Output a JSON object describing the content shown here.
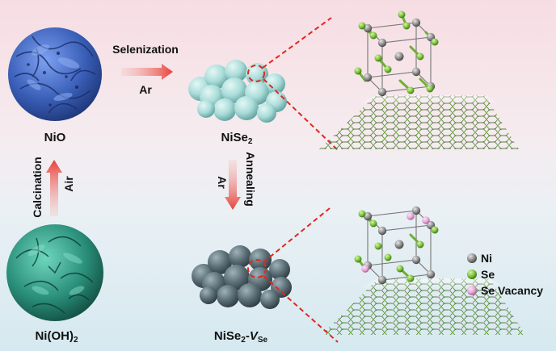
{
  "labels": {
    "nio": "NiO",
    "nise2_main": "NiSe",
    "nise2_sub": "2",
    "niohh_main": "Ni(OH)",
    "niohh_sub": "2",
    "vac_main": "NiSe",
    "vac_sub": "2",
    "vac_dash": "-",
    "vac_v": "V",
    "vac_vsub": "Se"
  },
  "arrows": {
    "selenization": "Selenization",
    "selenization_gas": "Ar",
    "calcination": "Calcination",
    "calcination_gas": "Air",
    "annealing": "Annealing",
    "annealing_gas": "Ar"
  },
  "legend": {
    "ni": "Ni",
    "se": "Se",
    "vacancy": "Se Vacancy"
  },
  "colors": {
    "nio": "#3a5fb8",
    "niohh": "#2a8f7a",
    "nise2": "#9fd4d2",
    "vac": "#55676f",
    "ni_atom": "#8c8c8c",
    "se_atom": "#7cc23c",
    "vacancy_atom": "#e7a8d8",
    "arrow": "#e8413a",
    "dash": "#e0281f"
  }
}
